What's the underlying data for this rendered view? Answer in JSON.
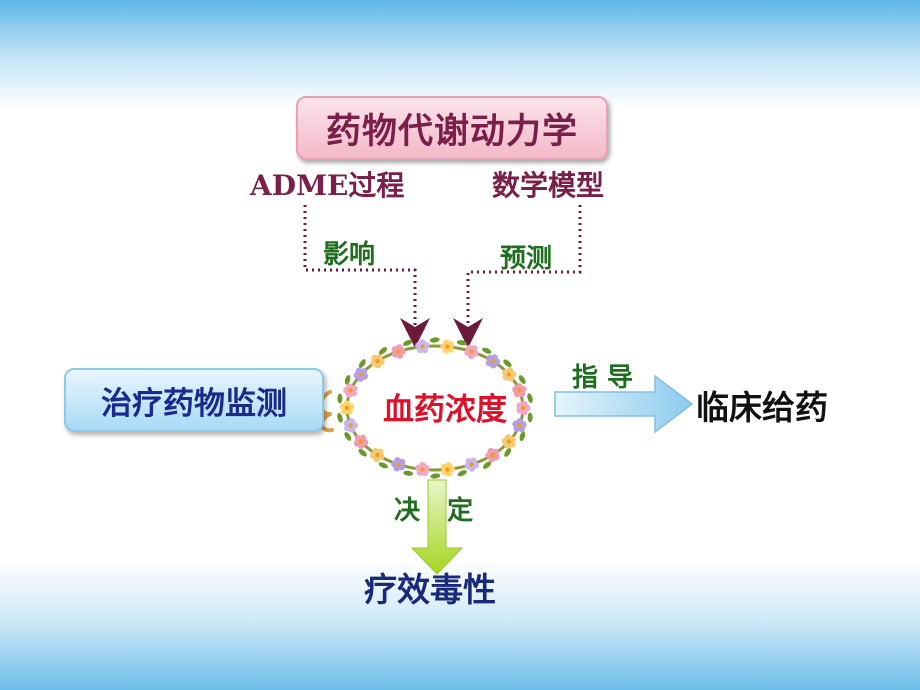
{
  "diagram": {
    "title": "药物代谢动力学",
    "adme_label": "ADME过程",
    "model_label": "数学模型",
    "influence_label": "影响",
    "predict_label": "预测",
    "tdm_label": "治疗药物监测",
    "center_label": "血药浓度",
    "guide_label": "指 导",
    "clinical_label": "临床给药",
    "decide_label": "决   定",
    "outcome_label": "疗效毒性"
  },
  "colors": {
    "title_text": "#7a1f4a",
    "green_text": "#1f6e1f",
    "center_text": "#e0102a",
    "tdm_text": "#1a2a8c",
    "dotted_arrow": "#6b1a3a",
    "right_arrow_fill": "#a8d8f0",
    "down_arrow_fill": "#b8e03a"
  }
}
